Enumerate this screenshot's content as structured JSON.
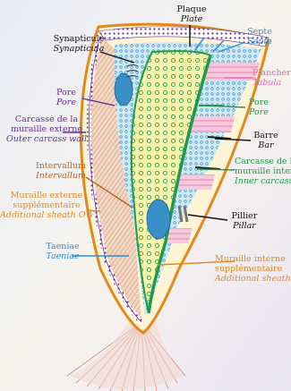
{
  "labels": {
    "plaque": {
      "fr": "Plaque",
      "en": "Plate",
      "color": "#111111"
    },
    "synapticule": {
      "fr": "Synapticule",
      "en": "Synapticula",
      "color": "#111111"
    },
    "septe": {
      "fr": "Septe",
      "en": "Septa",
      "color": "#2b8fd6"
    },
    "plancher": {
      "fr": "Plancher",
      "en": "Tabula",
      "color": "#e06ab0"
    },
    "pore_right": {
      "fr": "Pore",
      "en": "Pore",
      "color": "#1f9a4a"
    },
    "pore_left": {
      "fr": "Pore",
      "en": "Pore",
      "color": "#6a2c91"
    },
    "barre": {
      "fr": "Barre",
      "en": "Bar",
      "color": "#111111"
    },
    "carcasse_ext": {
      "fr1": "Carcasse de la",
      "fr2": "muraille externe",
      "en": "Outer carcass wall",
      "color": "#6a2c91"
    },
    "carcasse_int": {
      "fr1": "Carcasse de la",
      "fr2": "muraille interne",
      "en": "Inner carcass wall",
      "color": "#1f9a4a"
    },
    "intervallum": {
      "fr": "Intervallum",
      "en": "Intervallum",
      "color": "#b5672a"
    },
    "muraille_ext": {
      "fr1": "Muraille externe",
      "fr2": "supplémentaire",
      "en": "Additional sheath OW",
      "color": "#e08a1e"
    },
    "pillier": {
      "fr": "Pillier",
      "en": "Pillar",
      "color": "#111111"
    },
    "taeniae": {
      "fr": "Taeniae",
      "en": "Taeniae",
      "color": "#2b8fd6"
    },
    "muraille_int": {
      "fr1": "Muraille interne",
      "fr2": "supplémentaire",
      "en": "Additional sheath IW",
      "color": "#e08a1e"
    }
  }
}
